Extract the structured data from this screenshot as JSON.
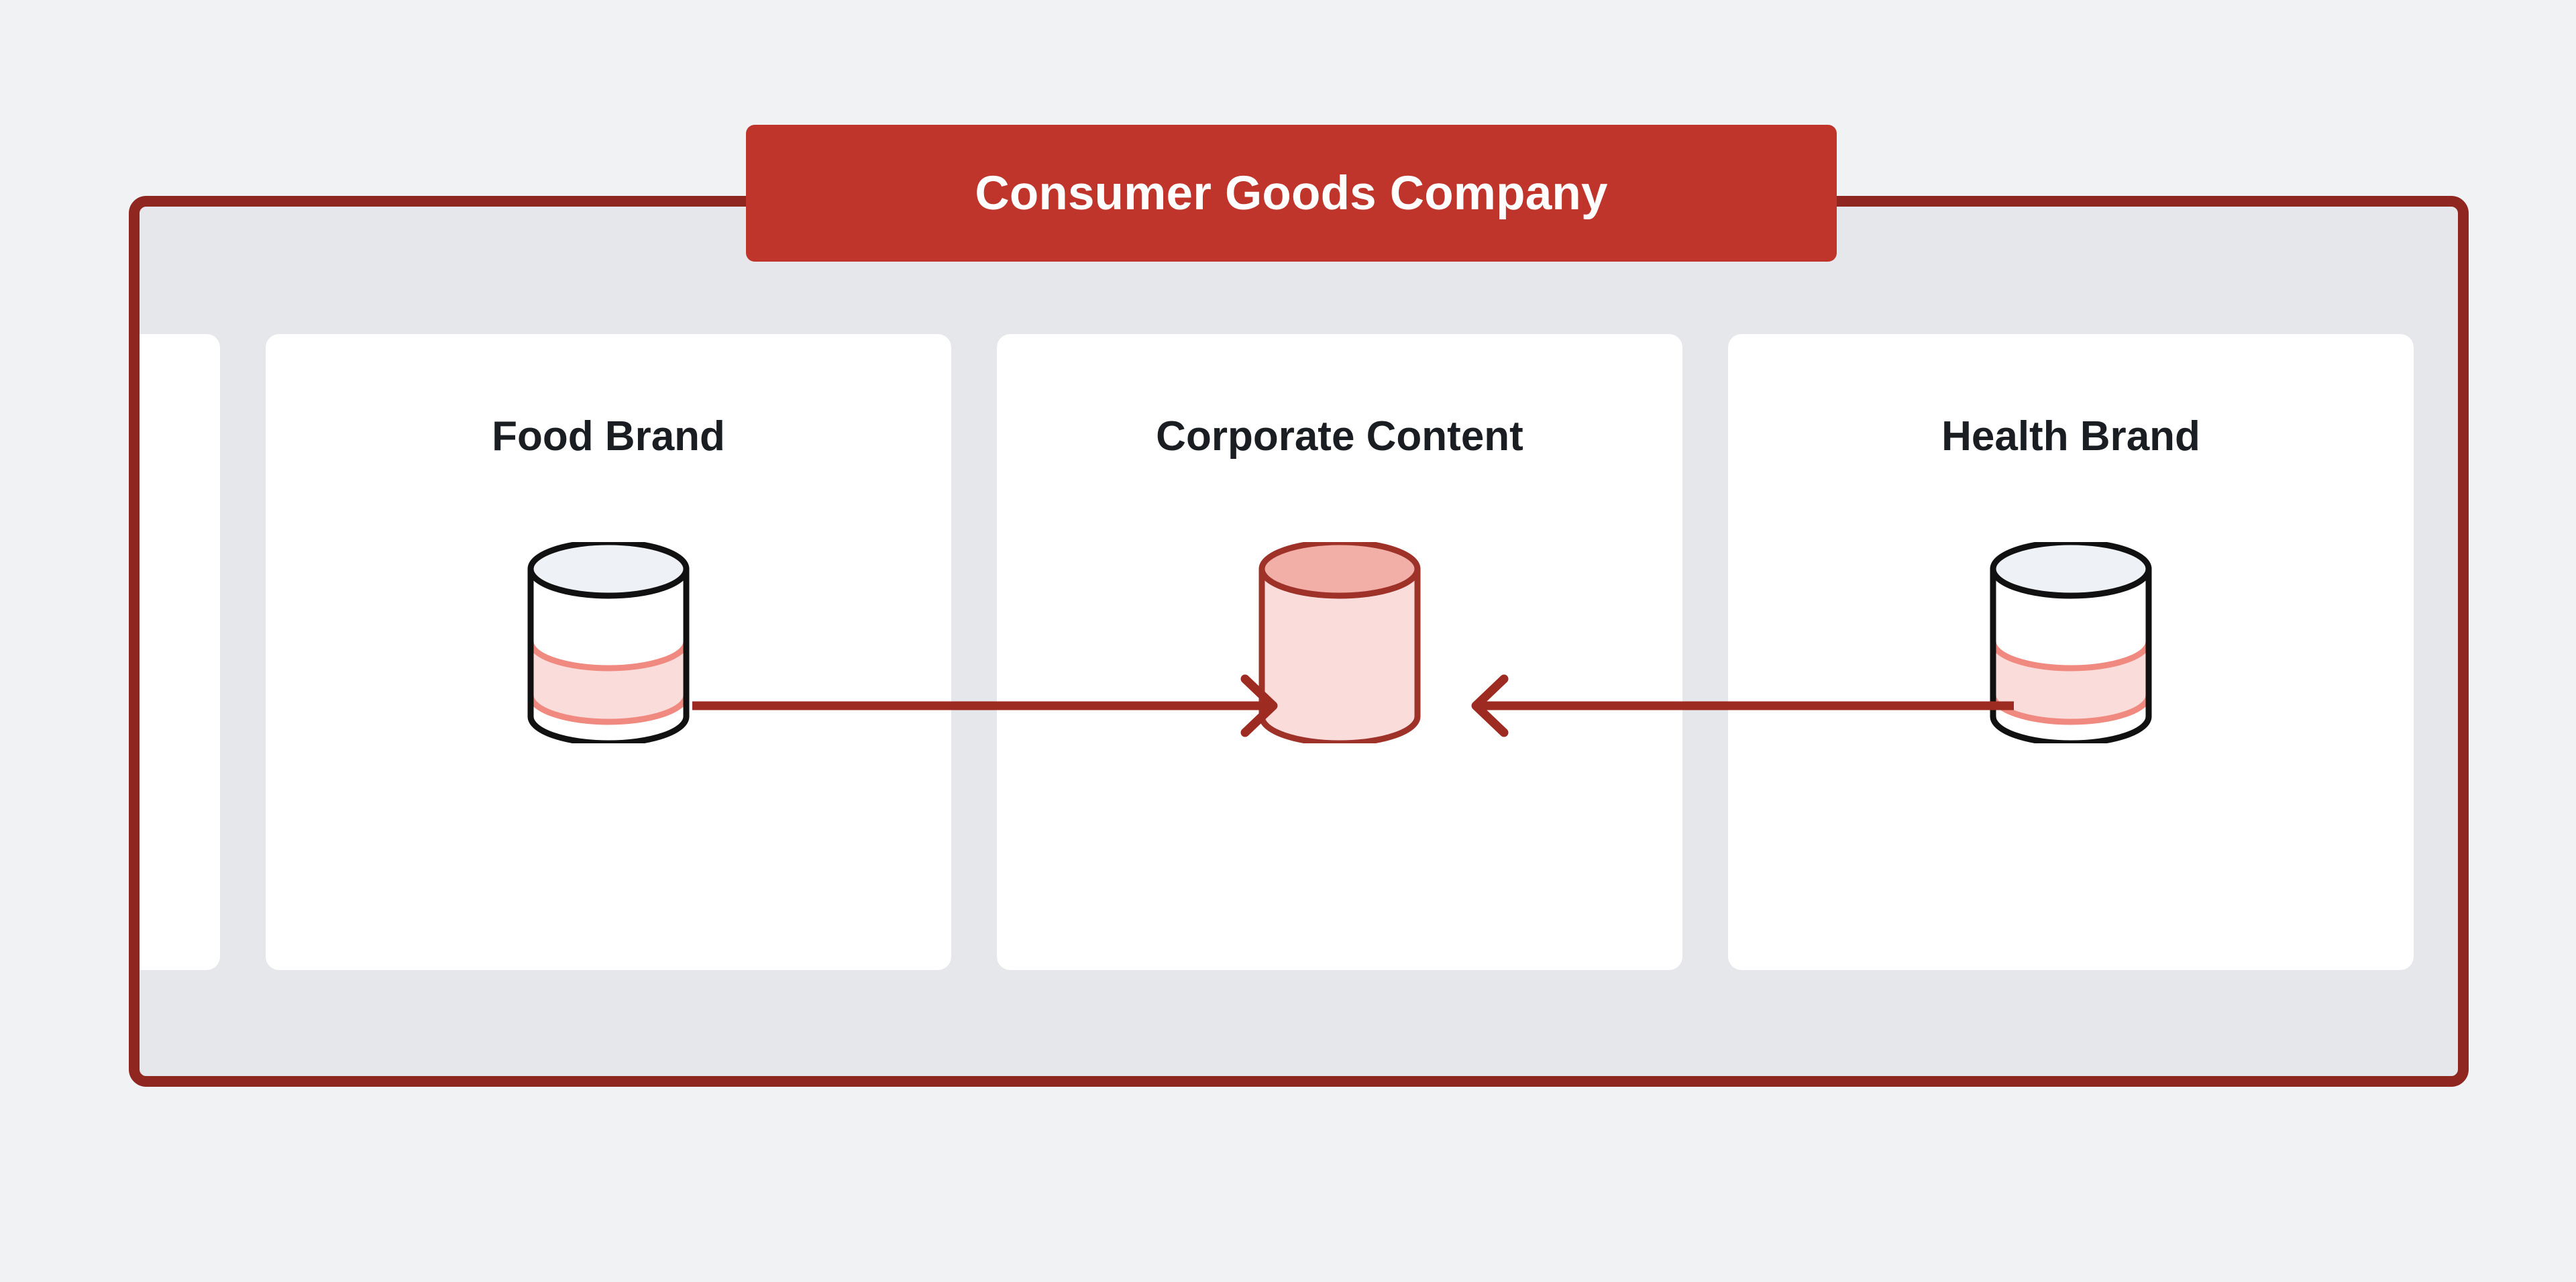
{
  "page": {
    "background_color": "#F1F2F4",
    "diagram_type": "organization-content-flow"
  },
  "org": {
    "title": "Consumer Goods Company",
    "badge_color": "#C0352B",
    "border_color": "#8F2620",
    "surface_color": "#E5E7EB"
  },
  "cards": [
    {
      "id": "partial-left",
      "label": "",
      "partial": true,
      "database": null
    },
    {
      "id": "food-brand",
      "label": "Food Brand",
      "partial": false,
      "database": {
        "icon": "database-cylinder-icon",
        "outline_color": "#111111",
        "body_color": "#FFFFFF",
        "top_color": "#EEF1F5",
        "band_color": "#FADCDA",
        "band_line_color": "#F08A80"
      }
    },
    {
      "id": "corporate-content",
      "label": "Corporate Content",
      "partial": false,
      "database": {
        "icon": "database-cylinder-icon",
        "outline_color": "#9E3229",
        "body_color": "#FADDDB",
        "top_color": "#F2AFA8",
        "band_color": null,
        "band_line_color": null
      }
    },
    {
      "id": "health-brand",
      "label": "Health Brand",
      "partial": false,
      "database": {
        "icon": "database-cylinder-icon",
        "outline_color": "#111111",
        "body_color": "#FFFFFF",
        "top_color": "#EEF1F5",
        "band_color": "#FADCDA",
        "band_line_color": "#F08A80"
      }
    },
    {
      "id": "partial-right",
      "label": "",
      "partial": true,
      "database": null
    }
  ],
  "connections": [
    {
      "id": "food-to-corporate",
      "from": "food-brand",
      "to": "corporate-content",
      "direction": "right",
      "color": "#9E2B22",
      "arrowhead": "open-chevron"
    },
    {
      "id": "health-to-corporate",
      "from": "health-brand",
      "to": "corporate-content",
      "direction": "left",
      "color": "#9E2B22",
      "arrowhead": "open-chevron"
    }
  ]
}
